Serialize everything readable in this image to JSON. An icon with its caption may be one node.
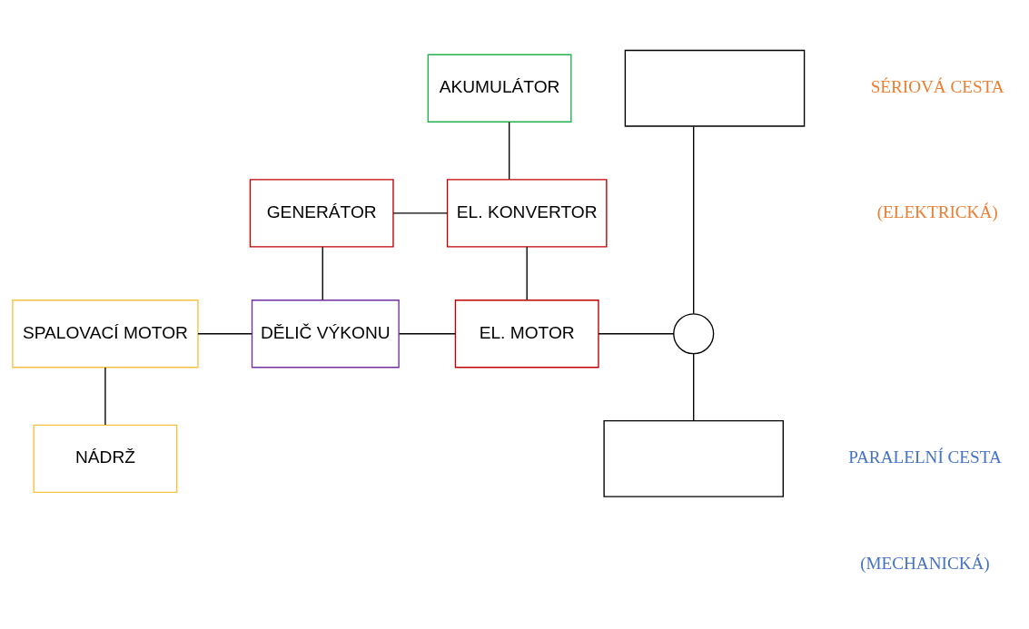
{
  "diagram": {
    "nodes": [
      {
        "text": [
          "AKUMULÁTOR"
        ]
      },
      {
        "text": [
          "GENERÁTOR"
        ]
      },
      {
        "text": [
          "EL. KONVERTOR"
        ]
      },
      {
        "text": [
          "SPALOVACÍ MOTOR"
        ]
      },
      {
        "text": [
          "DĚLIČ VÝKONU"
        ]
      },
      {
        "text": [
          "EL. MOTOR"
        ]
      },
      {
        "text": [
          "NÁDRŽ"
        ]
      },
      {
        "text": [],
        "shape": "box"
      },
      {
        "text": [],
        "shape": "circle"
      },
      {
        "text": [],
        "shape": "box"
      }
    ],
    "edges": [
      {
        "from": 0,
        "to": 2,
        "arrow": "none"
      },
      {
        "from": 1,
        "to": 2,
        "arrow": "none"
      },
      {
        "from": 1,
        "to": 4,
        "arrow": "none"
      },
      {
        "from": 2,
        "to": 5,
        "arrow": "none"
      },
      {
        "from": 3,
        "to": 4,
        "arrow": "none"
      },
      {
        "from": 3,
        "to": 6,
        "arrow": "none"
      },
      {
        "from": 4,
        "to": 5,
        "arrow": "none"
      },
      {
        "from": 5,
        "to": 8,
        "arrow": "none"
      },
      {
        "from": 7,
        "to": 8,
        "arrow": "none"
      },
      {
        "from": 8,
        "to": 9,
        "arrow": "none"
      }
    ],
    "labels": [
      "SÉRIOVÁ CESTA",
      "(ELEKTRICKÁ)",
      "PARALELNÍ CESTA",
      "(MECHANICKÁ)"
    ]
  }
}
